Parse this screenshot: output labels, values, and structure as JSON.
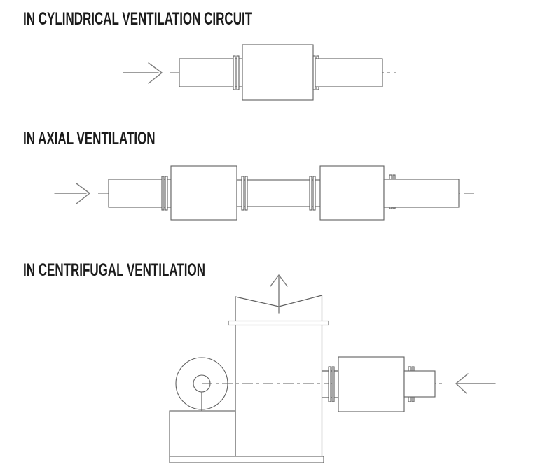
{
  "colors": {
    "line": "#5f5f5f",
    "arrow": "#7d7d7d",
    "text": "#1b1b1b",
    "background": "#ffffff"
  },
  "sections": [
    {
      "title": "IN CYLINDRICAL VENTILATION CIRCUIT"
    },
    {
      "title": "IN AXIAL VENTILATION"
    },
    {
      "title": "IN CENTRIFUGAL VENTILATION"
    }
  ]
}
